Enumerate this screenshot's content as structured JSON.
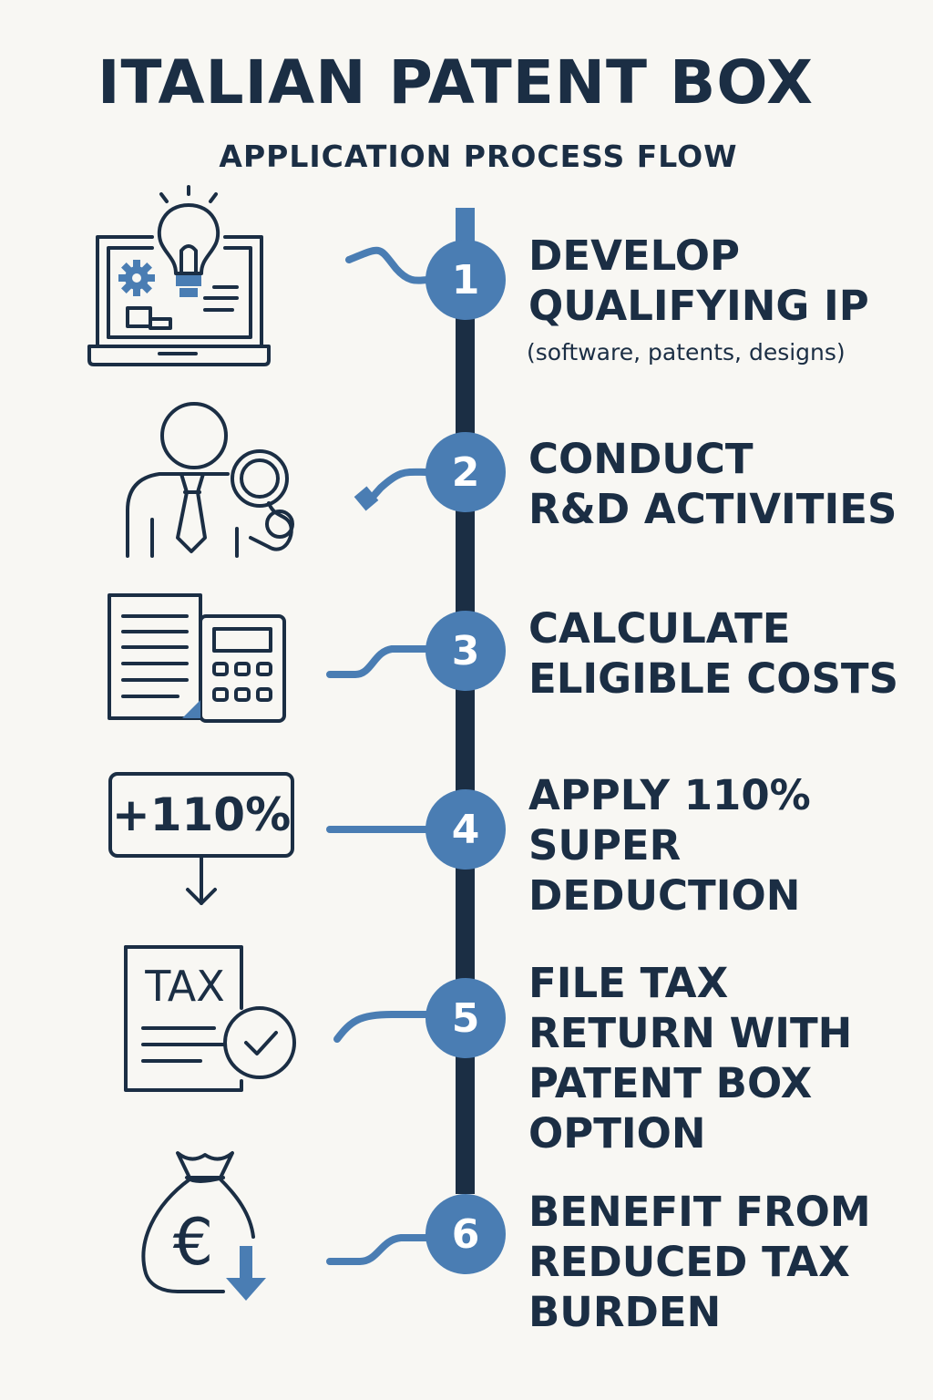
{
  "title": "ITALIAN PATENT BOX",
  "subtitle": "APPLICATION PROCESS FLOW",
  "colors": {
    "navy": "#1b2e44",
    "accent": "#4a7db3",
    "background": "#f8f7f3"
  },
  "steps": [
    {
      "number": "1",
      "title": "DEVELOP\nQUALIFYING IP",
      "note": "(software, patents, designs)",
      "icon": "laptop-lightbulb-icon"
    },
    {
      "number": "2",
      "title": "CONDUCT\nR&D ACTIVITIES",
      "icon": "researcher-magnifier-icon"
    },
    {
      "number": "3",
      "title": "CALCULATE\nELIGIBLE COSTS",
      "icon": "document-calculator-icon"
    },
    {
      "number": "4",
      "title": "APPLY 110%\nSUPER\nDEDUCTION",
      "icon": "percentage-sign-icon",
      "icon_text": "+110%"
    },
    {
      "number": "5",
      "title": "FILE TAX\nRETURN WITH\nPATENT BOX\nOPTION",
      "icon": "tax-document-check-icon",
      "icon_text": "TAX"
    },
    {
      "number": "6",
      "title": "BENEFIT FROM\nREDUCED TAX\nBURDEN",
      "icon": "euro-moneybag-icon",
      "icon_text": "€"
    }
  ]
}
